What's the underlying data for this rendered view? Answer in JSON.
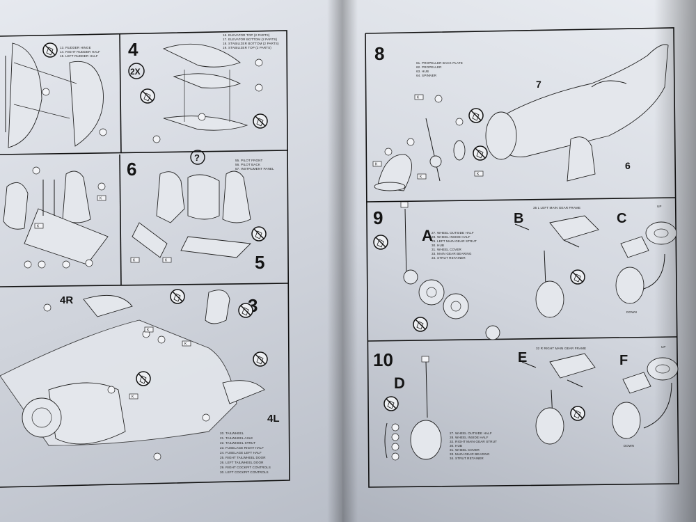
{
  "left_page": {
    "rudder_legend": [
      "13. RUDDER HINGE",
      "14. RIGHT RUDDER HALF",
      "15. LEFT RUDDER HALF"
    ],
    "step4": {
      "number": "4",
      "multiplier": "2X",
      "legend": [
        "16. ELEVATOR TOP (2 PARTS)",
        "17. ELEVATOR BOTTOM (2 PARTS)",
        "18. STABILIZER BOTTOM (2 PARTS)",
        "19. STABILIZER TOP (2 PARTS)"
      ]
    },
    "step6": {
      "number": "6",
      "question": "?",
      "legend": [
        "55. PILOT FRONT",
        "56. PILOT BACK",
        "57. INSTRUMENT PANEL"
      ]
    },
    "step5": {
      "number": "5"
    },
    "step3": {
      "number": "3"
    },
    "label_4r": "4R",
    "label_4l": "4L",
    "fuselage_legend": [
      "20. TAILWHEEL",
      "21. TAILWHEEL AXLE",
      "22. TAILWHEEL STRUT",
      "23. FUSELAGE RIGHT HALF",
      "24. FUSELAGE LEFT HALF",
      "25. RIGHT TAILWHEEL DOOR",
      "26. LEFT TAILWHEEL DOOR",
      "29. RIGHT COCKPIT CONTROLS",
      "30. LEFT COCKPIT CONTROLS"
    ]
  },
  "right_page": {
    "step8": {
      "number": "8",
      "legend": [
        "61. PROPELLER BACK PLATE",
        "62. PROPELLER",
        "63. HUB",
        "64. SPINNER"
      ],
      "callout_7": "7",
      "callout_6": "6"
    },
    "step9": {
      "number": "9",
      "sub_a": "A",
      "sub_b": "B",
      "sub_c": "C",
      "frame_note": "35 L  LEFT MAIN GEAR FRAME",
      "legend": [
        "27. WHEEL OUTSIDE HALF",
        "28. WHEEL INSIDE HALF",
        "29. LEFT MAIN GEAR STRUT",
        "30. HUB",
        "31. WHEEL COVER",
        "33. MAIN GEAR BEARING",
        "34. STRUT RETAINER"
      ],
      "up": "UP",
      "down": "DOWN"
    },
    "step10": {
      "number": "10",
      "sub_d": "D",
      "sub_e": "E",
      "sub_f": "F",
      "frame_note": "32 R  RIGHT MAIN GEAR FRAME",
      "legend": [
        "27. WHEEL OUTSIDE HALF",
        "28. WHEEL INSIDE HALF",
        "32. RIGHT MAIN GEAR STRUT",
        "30. HUB",
        "31. WHEEL COVER",
        "33. MAIN GEAR BEARING",
        "34. STRUT RETAINER"
      ],
      "up": "UP",
      "down": "DOWN"
    }
  }
}
